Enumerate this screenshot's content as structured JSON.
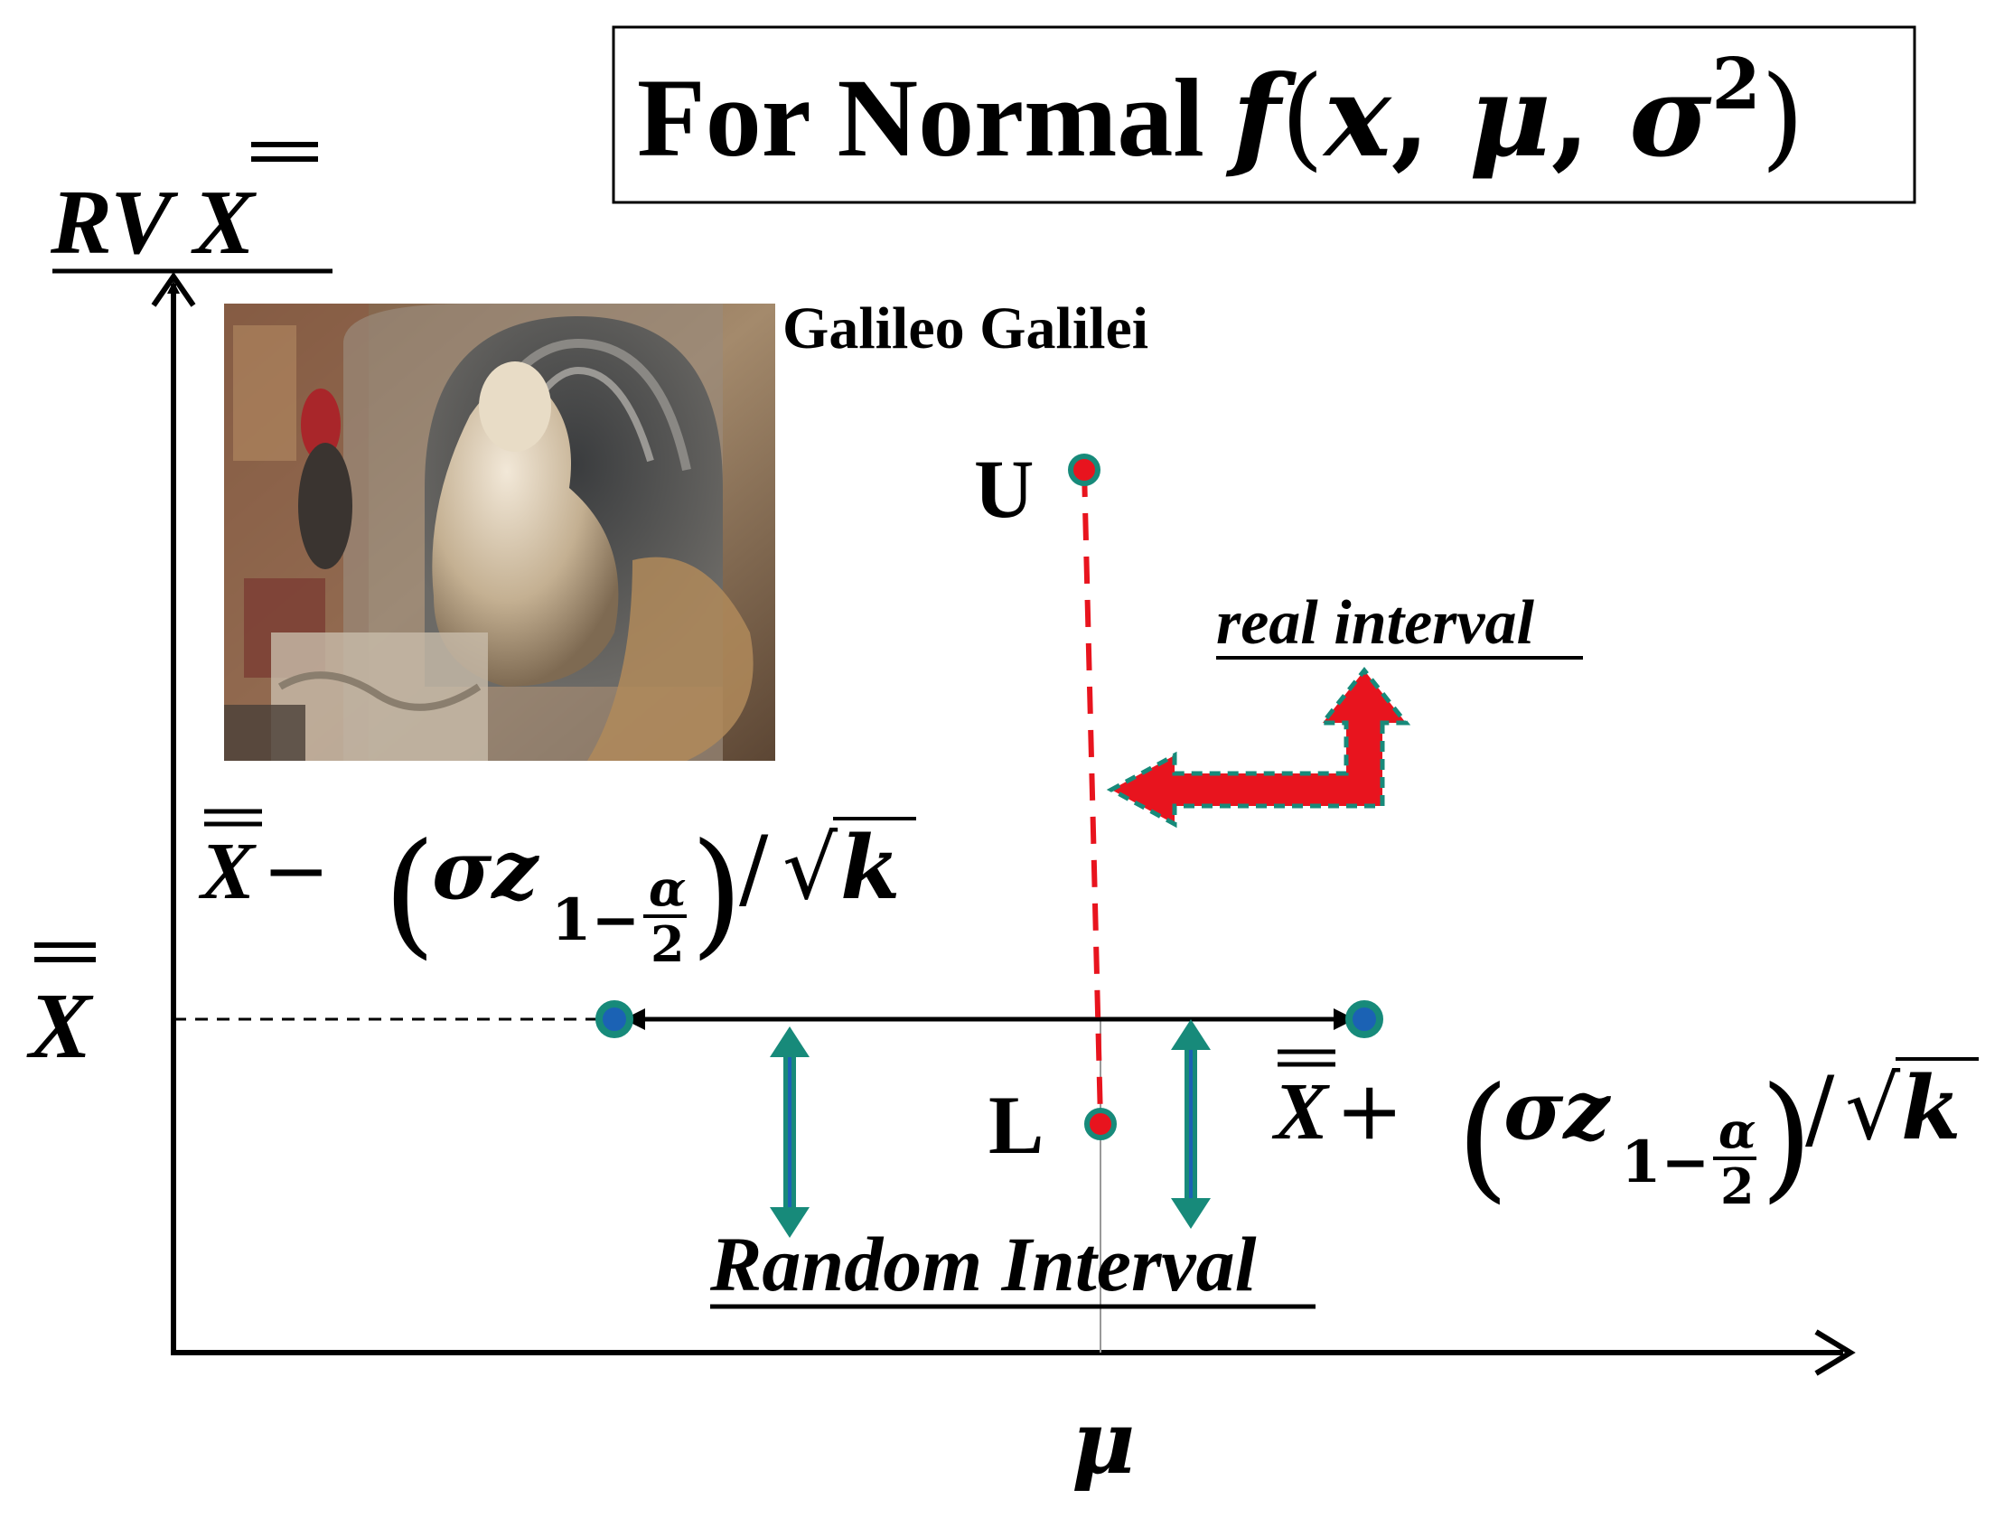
{
  "title_box": {
    "prefix": "For  Normal ",
    "func": "f",
    "open_paren": "(",
    "x": "x",
    "comma1": ", ",
    "mu": "μ",
    "comma2": ", ",
    "sigma": "σ",
    "sup": "2",
    "close_paren": ")"
  },
  "y_axis_label": {
    "rv": "RV ",
    "xbar": "X"
  },
  "photo": {
    "caption": "Galileo Galilei"
  },
  "labels": {
    "upper": "U",
    "lower": "L",
    "real_interval": "real interval",
    "random_interval": "Random Interval",
    "mu_tick": "μ",
    "xbar_tick": "X"
  },
  "lower_formula": {
    "xbar": "X",
    "minus": " − ",
    "open_paren": "(",
    "sigma_z": "σz",
    "sub_one": "1−",
    "alpha": "α",
    "two": "2",
    "close_paren": ")",
    "slash": "/",
    "sqrt": "√",
    "k": "k"
  },
  "upper_formula": {
    "xbar": "X",
    "plus": " + ",
    "open_paren": "(",
    "sigma_z": "σz",
    "sub_one": "1−",
    "alpha": "α",
    "two": "2",
    "close_paren": ")",
    "slash": "/",
    "sqrt": "√",
    "k": "k"
  },
  "colors": {
    "red": "#e8141e",
    "teal": "#178a7a",
    "blue_dot": "#1b62b4",
    "black": "#000000"
  }
}
